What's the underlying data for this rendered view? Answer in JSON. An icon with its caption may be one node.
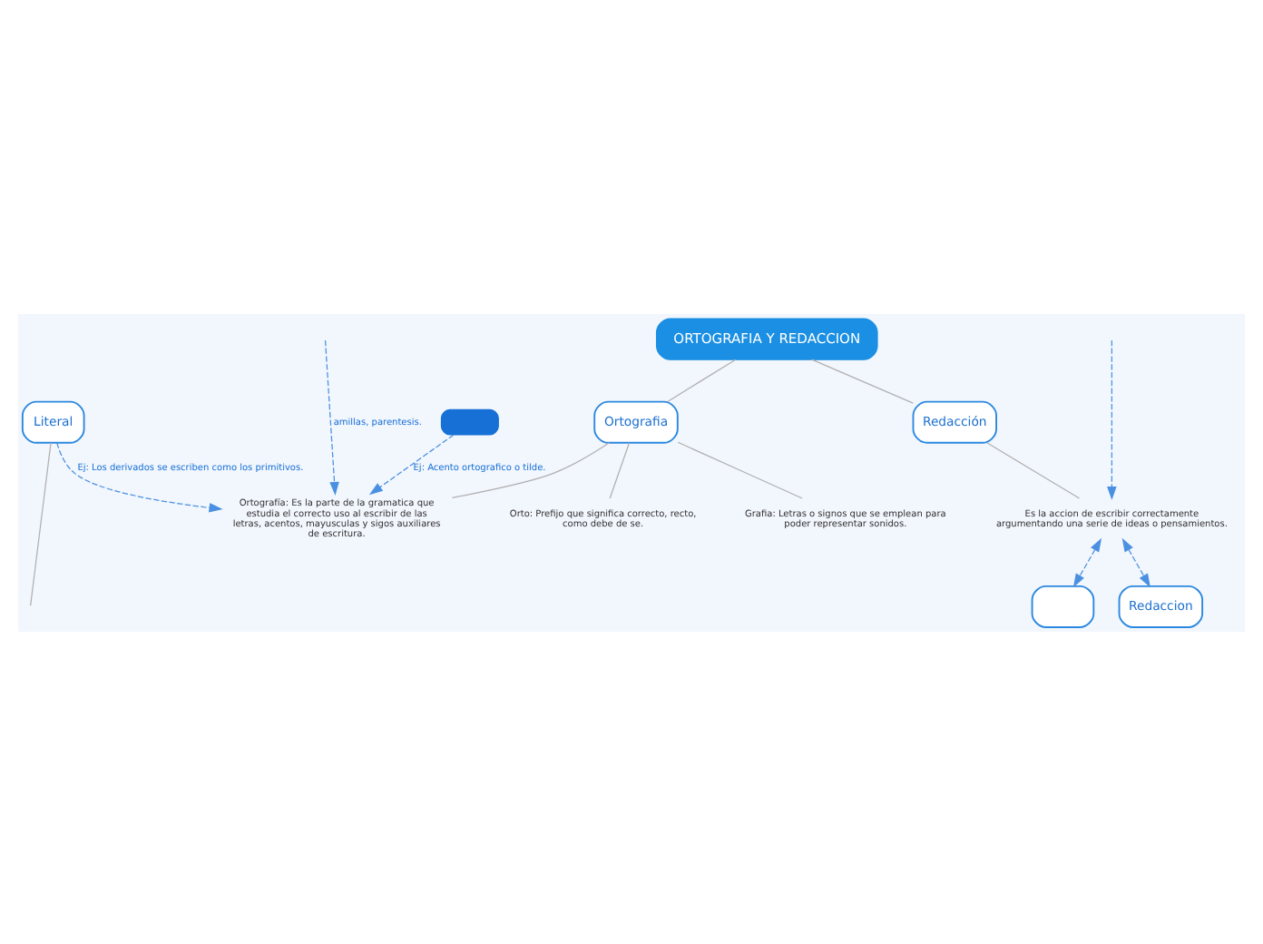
{
  "diagram": {
    "nodes": [
      {
        "text": [
          "ORTOGRAFIA Y REDACCION"
        ]
      },
      {
        "text": [
          "Ortografia"
        ]
      },
      {
        "text": [
          "Orto: Prefijo que significa correcto, recto, como debe de se."
        ]
      },
      {
        "text": [
          "Grafia: Letras o signos que se emplean para poder representar sonidos."
        ]
      },
      {
        "text": [
          "Ortografía: Es la parte de la gramatica que estudia el correcto uso al escribir de las letras, acentos, mayusculas y sigos auxiliares de escritura."
        ]
      },
      {
        "text": [
          "Redacción"
        ]
      },
      {
        "text": [
          "Es la accion de escribir correctamente argumentando una serie de ideas o pensamientos."
        ]
      },
      {
        "text": [
          "Literal"
        ]
      },
      {
        "text": [],
        "shape": "box"
      },
      {
        "text": [
          "Redaccion"
        ]
      },
      {
        "text": [],
        "shape": "box"
      }
    ],
    "edges": [
      {
        "from": 0,
        "to": 1,
        "arrow": "none"
      },
      {
        "from": 0,
        "to": 5,
        "arrow": "none"
      },
      {
        "from": 1,
        "to": 2,
        "arrow": "none"
      },
      {
        "from": 1,
        "to": 3,
        "arrow": "none"
      },
      {
        "from": 1,
        "to": 4,
        "arrow": "none"
      },
      {
        "from": 5,
        "to": 6,
        "arrow": "none"
      },
      {
        "from": null,
        "to": 4,
        "arrow": "to",
        "label": "amillas, parentesis.",
        "style": "dashed",
        "color": "#4a90e2"
      },
      {
        "from": 8,
        "to": 4,
        "arrow": "to",
        "label": "Ej: Acento ortografico o tilde.",
        "style": "dashed",
        "color": "#4a90e2"
      },
      {
        "from": 7,
        "to": 4,
        "arrow": "to",
        "label": "Ej: Los derivados se escriben como los primitivos.",
        "style": "dashed",
        "color": "#4a90e2"
      },
      {
        "from": 7,
        "to": null,
        "arrow": "none"
      },
      {
        "from": 6,
        "to": 10,
        "arrow": "both",
        "style": "dashed",
        "color": "#4a90e2"
      },
      {
        "from": 6,
        "to": 9,
        "arrow": "both",
        "style": "dashed",
        "color": "#4a90e2"
      },
      {
        "from": null,
        "to": 6,
        "arrow": "to",
        "style": "dashed",
        "color": "#4a90e2"
      }
    ]
  }
}
